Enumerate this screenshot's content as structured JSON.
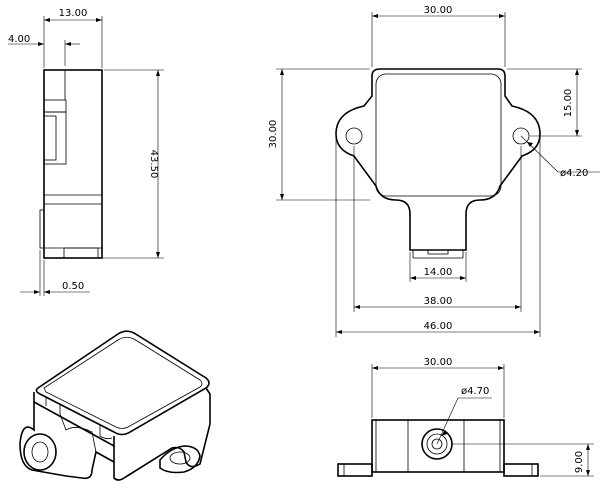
{
  "dimensions": {
    "side_width": "13.00",
    "side_offset": "4.00",
    "side_height": "43.50",
    "side_tab": "0.50",
    "top_width": "30.00",
    "top_height": "30.00",
    "top_hole_offset": "15.00",
    "top_hole_dia": "ø4.20",
    "top_boss_width": "14.00",
    "top_hole_spacing": "38.00",
    "top_overall_width": "46.00",
    "front_width": "30.00",
    "front_hole_dia": "ø4.70",
    "front_height": "9.00"
  }
}
